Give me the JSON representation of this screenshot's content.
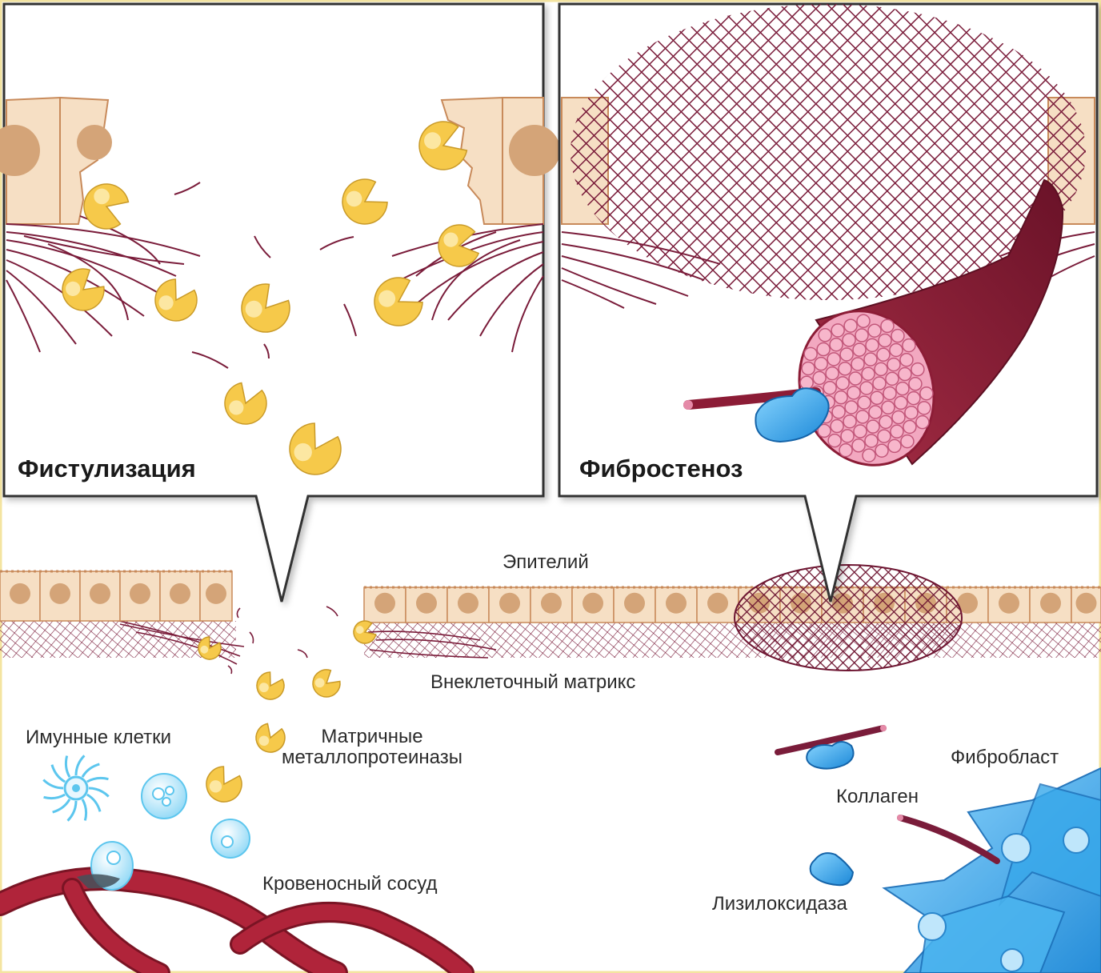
{
  "panels": {
    "left_title": "Фистулизация",
    "right_title": "Фибростеноз"
  },
  "labels": {
    "epithelium": "Эпителий",
    "ecm": "Внеклеточный матрикс",
    "immune_cells": "Имунные клетки",
    "mmp_line1": "Матричные",
    "mmp_line2": "металлопротеиназы",
    "blood_vessel": "Кровеносный сосуд",
    "fibroblast": "Фибробласт",
    "collagen": "Коллаген",
    "lysyl_oxidase": "Лизилоксидаза"
  },
  "colors": {
    "frame": "#f4e4a0",
    "cell_fill": "#f6dfc4",
    "cell_edge": "#c88a5a",
    "nucleus": "#d4a478",
    "matrix": "#7a1c3a",
    "collagen_dark": "#8c1c36",
    "collagen_fiber_end": "#e58aa8",
    "enzyme_yellow": "#f6c94a",
    "lysyl_oxidase_blue": "#1e7fd0",
    "fibroblast_blue": "#29a3e6",
    "vessel": "#b0243a",
    "immune_blue": "#7fd2f2"
  }
}
